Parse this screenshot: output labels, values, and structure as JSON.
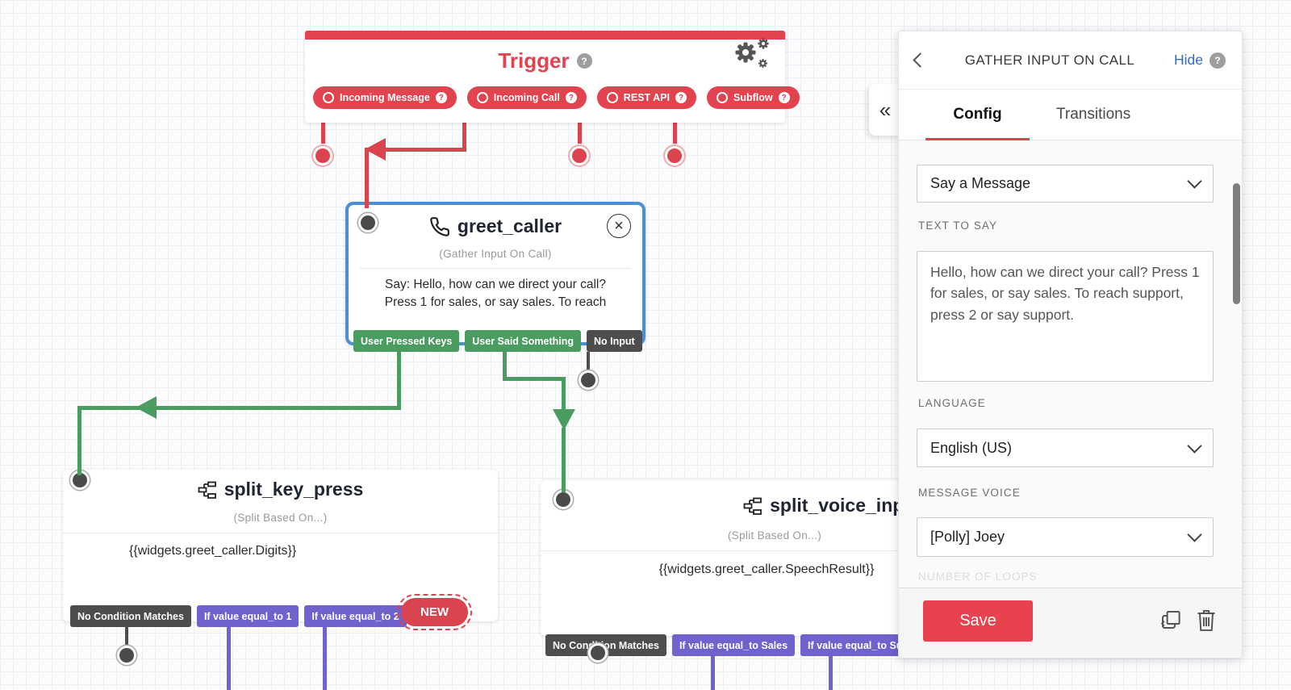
{
  "colors": {
    "red": "#E2434F",
    "save_red": "#E8424E",
    "green": "#4A9C61",
    "purple": "#6E63CC",
    "dark_gray": "#4D4D4D",
    "selected_border_blue": "#4B8FD2",
    "link_blue": "#2A6DD0"
  },
  "icons": {
    "help": "?",
    "close": "×",
    "collapse": "«"
  },
  "trigger": {
    "title": "Trigger",
    "pills": [
      "Incoming Message",
      "Incoming Call",
      "REST API",
      "Subflow"
    ]
  },
  "widgets": {
    "greet_caller": {
      "name": "greet_caller",
      "type_label": "(Gather Input On Call)",
      "body_line1": "Say: Hello, how can we direct your call?",
      "body_line2": "Press 1 for sales, or say sales. To reach",
      "transitions": [
        "User Pressed Keys",
        "User Said Something",
        "No Input"
      ]
    },
    "split_key_press": {
      "name": "split_key_press",
      "type_label": "(Split Based On...)",
      "body": "{{widgets.greet_caller.Digits}}",
      "transitions": [
        "No Condition Matches",
        "If value equal_to 1",
        "If value equal_to 2"
      ],
      "new_label": "NEW"
    },
    "split_voice_input": {
      "name": "split_voice_input",
      "type_label": "(Split Based On...)",
      "body": "{{widgets.greet_caller.SpeechResult}}",
      "transitions": [
        "No Condition Matches",
        "If value equal_to Sales",
        "If value equal_to Supp"
      ]
    }
  },
  "panel": {
    "title": "GATHER INPUT ON CALL",
    "hide_label": "Hide",
    "tabs": [
      "Config",
      "Transitions"
    ],
    "message_type_value": "Say a Message",
    "text_to_say_label": "TEXT TO SAY",
    "text_to_say_value": "Hello, how can we direct your call? Press 1 for sales, or say sales. To reach support, press 2 or say support.",
    "language_label": "LANGUAGE",
    "language_value": "English (US)",
    "voice_label": "MESSAGE VOICE",
    "voice_value": "[Polly] Joey",
    "clipped_label": "NUMBER OF LOOPS",
    "save_label": "Save"
  }
}
